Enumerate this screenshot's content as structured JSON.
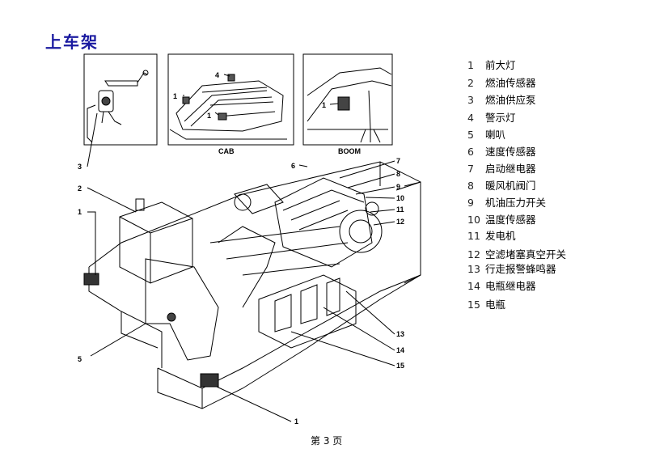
{
  "title": "上车架",
  "insets": [
    {
      "caption": ""
    },
    {
      "caption": "CAB"
    },
    {
      "caption": "BOOM"
    }
  ],
  "callouts": [
    "1",
    "2",
    "3",
    "4",
    "5",
    "6",
    "7",
    "8",
    "9",
    "10",
    "11",
    "12",
    "13",
    "14",
    "15"
  ],
  "legend": [
    {
      "num": "1",
      "text": "前大灯"
    },
    {
      "num": "2",
      "text": "燃油传感器"
    },
    {
      "num": "3",
      "text": "燃油供应泵"
    },
    {
      "num": "4",
      "text": "警示灯"
    },
    {
      "num": "5",
      "text": "喇叭"
    },
    {
      "num": "6",
      "text": "速度传感器"
    },
    {
      "num": "7",
      "text": "启动继电器"
    },
    {
      "num": "8",
      "text": "暖风机阀门"
    },
    {
      "num": "9",
      "text": "机油压力开关"
    },
    {
      "num": "10",
      "text": "温度传感器"
    },
    {
      "num": "11",
      "text": "发电机"
    },
    {
      "num": "12",
      "text": "空滤堵塞真空开关"
    },
    {
      "num": "13",
      "text": "行走报警蜂鸣器"
    },
    {
      "num": "14",
      "text": "电瓶继电器"
    },
    {
      "num": "15",
      "text": "电瓶"
    }
  ],
  "footer": "第 3 页"
}
